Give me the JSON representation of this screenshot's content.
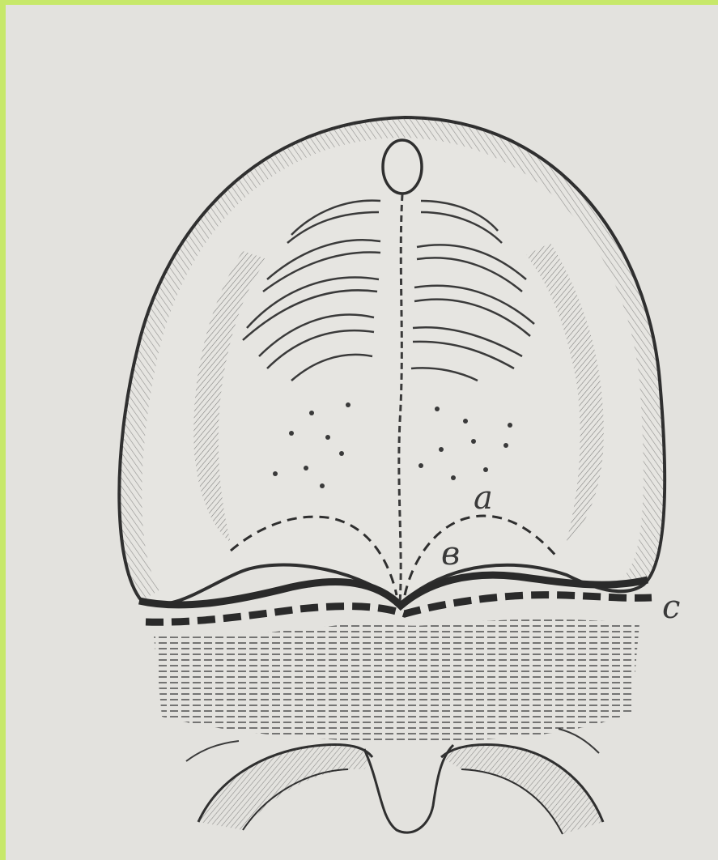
{
  "figure": {
    "labels": {
      "a": "a",
      "b": "в",
      "c": "c"
    }
  },
  "colors": {
    "paper": "#e3e2de",
    "ink": "#2f2f2f",
    "frame_accent": "#c7e86a"
  }
}
